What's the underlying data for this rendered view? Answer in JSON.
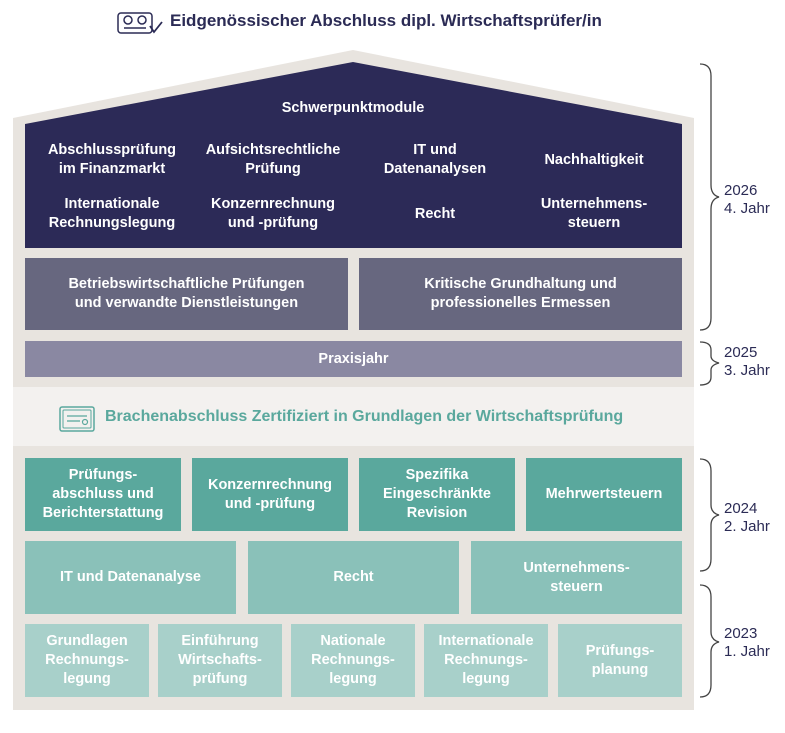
{
  "title": "Eidgenössischer Abschluss dipl. Wirtschaftsprüfer/in",
  "top_section": {
    "heading": "Schwerpunktmodule",
    "modules": [
      "Abschlussprüfung\nim Finanzmarkt",
      "Aufsichtsrechtliche\nPrüfung",
      "IT und\nDatenanalysen",
      "Nachhaltigkeit",
      "Internationale\nRechnungslegung",
      "Konzernrechnung\nund -prüfung",
      "Recht",
      "Unternehmens-\nsteuern"
    ],
    "core": [
      "Betriebswirtschaftliche Prüfungen\nund verwandte Dienstleistungen",
      "Kritische Grundhaltung und\nprofessionelles Ermessen"
    ],
    "practice": "Praxisjahr"
  },
  "middle_band": {
    "label": "Brachenabschluss Zertifiziert in Grundlagen der Wirtschaftsprüfung"
  },
  "bottom_section": {
    "row1": [
      "Prüfungs-\nabschluss und\nBerichterstattung",
      "Konzernrechnung\nund -prüfung",
      "Spezifika\nEingeschränkte\nRevision",
      "Mehrwertsteuern"
    ],
    "row2": [
      "IT und Datenanalyse",
      "Recht",
      "Unternehmens-\nsteuern"
    ],
    "row3": [
      "Grundlagen\nRechnungs-\nlegung",
      "Einführung\nWirtschafts-\nprüfung",
      "Nationale\nRechnungs-\nlegung",
      "Internationale\nRechnungs-\nlegung",
      "Prüfungs-\nplanung"
    ]
  },
  "years": [
    {
      "year": "2026",
      "label": "4. Jahr"
    },
    {
      "year": "2025",
      "label": "3. Jahr"
    },
    {
      "year": "2024",
      "label": "2. Jahr"
    },
    {
      "year": "2023",
      "label": "1. Jahr"
    }
  ],
  "colors": {
    "dark": "#2c2a57",
    "mid": "#67677f",
    "light": "#8a88a2",
    "teal1": "#5aa89d",
    "teal2": "#8ac1b9",
    "teal3": "#a8d0ca",
    "frame": "#e8e4df"
  },
  "icons": [
    "certificate-icon",
    "diploma-icon"
  ]
}
